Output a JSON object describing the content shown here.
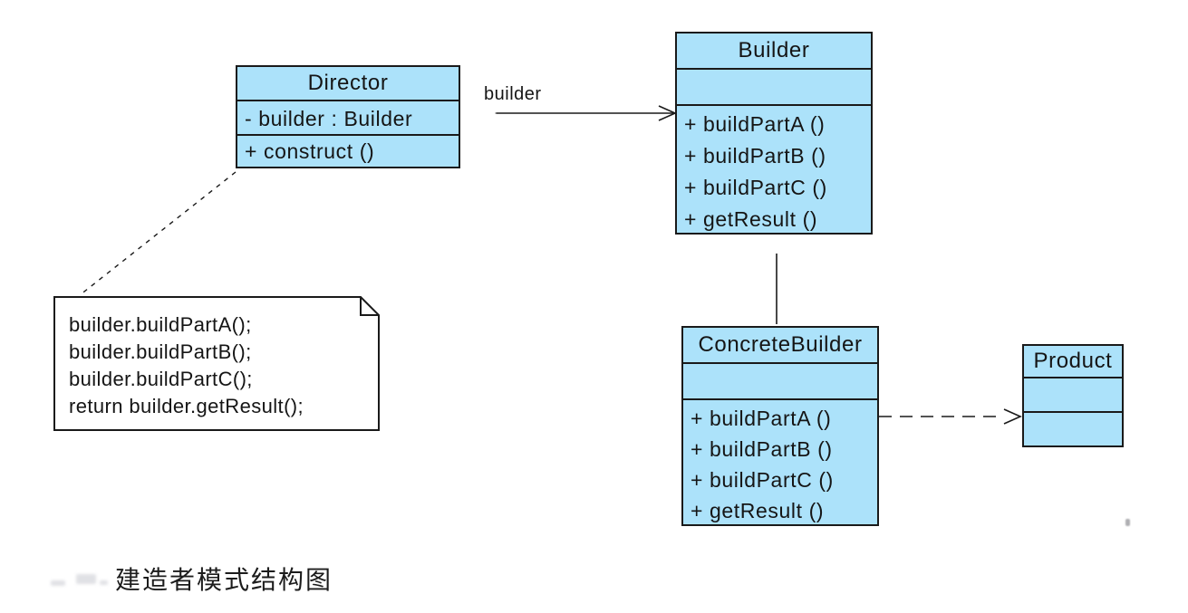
{
  "diagram": {
    "caption": "建造者模式结构图",
    "classes": {
      "director": {
        "name": "Director",
        "attributes": [
          "- builder : Builder"
        ],
        "methods": [
          "+ construct ()"
        ]
      },
      "builder": {
        "name": "Builder",
        "attributes": [],
        "methods": [
          "+ buildPartA ()",
          "+ buildPartB ()",
          "+ buildPartC ()",
          "+ getResult ()"
        ]
      },
      "concrete_builder": {
        "name": "ConcreteBuilder",
        "attributes": [],
        "methods": [
          "+ buildPartA ()",
          "+ buildPartB ()",
          "+ buildPartC ()",
          "+ getResult ()"
        ]
      },
      "product": {
        "name": "Product",
        "attributes": [],
        "methods": []
      }
    },
    "note": {
      "lines": [
        "builder.buildPartA();",
        "builder.buildPartB();",
        "builder.buildPartC();",
        "return builder.getResult();"
      ]
    },
    "edges": {
      "aggregation": {
        "type": "aggregation",
        "from": "Director",
        "to": "Builder",
        "label": "builder"
      },
      "generalization": {
        "type": "generalization",
        "from": "ConcreteBuilder",
        "to": "Builder",
        "label": ""
      },
      "dependency": {
        "type": "dependency",
        "from": "ConcreteBuilder",
        "to": "Product",
        "label": ""
      },
      "note_anchor": {
        "type": "note-anchor",
        "from": "note",
        "to": "Director",
        "label": ""
      }
    },
    "colors": {
      "class_fill": "#ACE2FA",
      "class_border": "#1a1a1a",
      "line": "#1a1a1a",
      "note_fill": "#ffffff",
      "background": "#ffffff"
    }
  }
}
